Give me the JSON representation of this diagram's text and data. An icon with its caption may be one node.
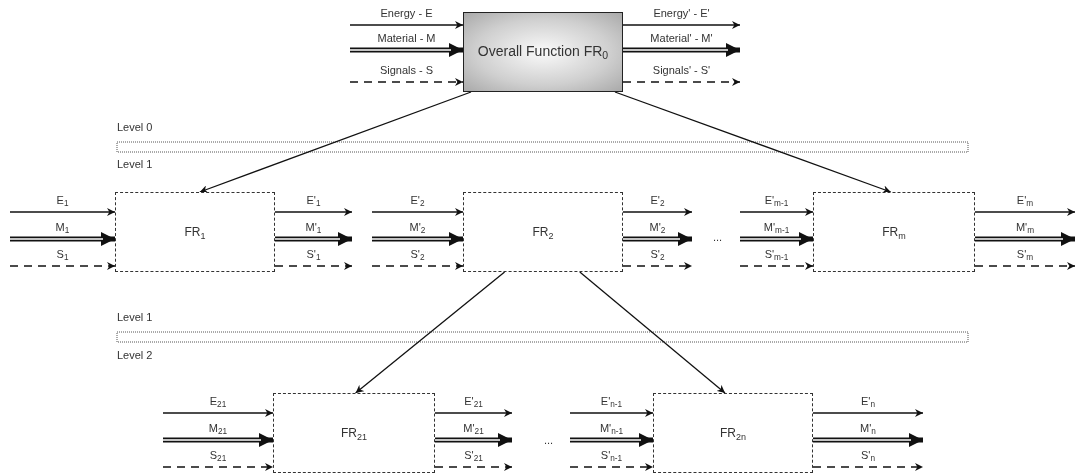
{
  "diagram": {
    "nodes": [
      {
        "text": [
          "Overall Function FR$_{0}$"
        ]
      },
      {
        "text": [
          "FR$_{1}$"
        ]
      },
      {
        "text": [
          "FR$_{2}$"
        ]
      },
      {
        "text": [
          "FR$_{m}$"
        ]
      },
      {
        "text": [
          "FR$_{21}$"
        ]
      },
      {
        "text": [
          "FR$_{2n}$"
        ]
      }
    ],
    "edges": [
      {
        "from": null,
        "to": 0,
        "arrow": "to",
        "label": "Energy - E"
      },
      {
        "from": null,
        "to": 0,
        "arrow": "to",
        "label": "Material - M",
        "style": "thick"
      },
      {
        "from": null,
        "to": 0,
        "arrow": "to",
        "label": "Signals - S",
        "style": "dashed"
      },
      {
        "from": 0,
        "to": null,
        "arrow": "to",
        "label": "Energy' - E'"
      },
      {
        "from": 0,
        "to": null,
        "arrow": "to",
        "label": "Material' - M'",
        "style": "thick"
      },
      {
        "from": 0,
        "to": null,
        "arrow": "to",
        "label": "Signals' - S'",
        "style": "dashed"
      },
      {
        "from": 0,
        "to": 1,
        "arrow": "to"
      },
      {
        "from": 0,
        "to": 3,
        "arrow": "to"
      },
      {
        "from": null,
        "to": 1,
        "arrow": "to",
        "label": "E$_{1}$"
      },
      {
        "from": null,
        "to": 1,
        "arrow": "to",
        "label": "M$_{1}$",
        "style": "thick"
      },
      {
        "from": null,
        "to": 1,
        "arrow": "to",
        "label": "S$_{1}$",
        "style": "dashed"
      },
      {
        "from": 1,
        "to": null,
        "arrow": "to",
        "label": "E'$_{1}$"
      },
      {
        "from": 1,
        "to": null,
        "arrow": "to",
        "label": "M'$_{1}$",
        "style": "thick"
      },
      {
        "from": 1,
        "to": null,
        "arrow": "to",
        "label": "S'$_{1}$",
        "style": "dashed"
      },
      {
        "from": null,
        "to": 2,
        "arrow": "to",
        "label": "E'$_{2}$"
      },
      {
        "from": null,
        "to": 2,
        "arrow": "to",
        "label": "M'$_{2}$",
        "style": "thick"
      },
      {
        "from": null,
        "to": 2,
        "arrow": "to",
        "label": "S'$_{2}$",
        "style": "dashed"
      },
      {
        "from": 2,
        "to": null,
        "arrow": "to",
        "label": "E'$_{2}$"
      },
      {
        "from": 2,
        "to": null,
        "arrow": "to",
        "label": "M'$_{2}$",
        "style": "thick"
      },
      {
        "from": 2,
        "to": null,
        "arrow": "to",
        "label": "S'$_{2}$",
        "style": "dashed"
      },
      {
        "from": null,
        "to": 3,
        "arrow": "to",
        "label": "E'$_{m-1}$"
      },
      {
        "from": null,
        "to": 3,
        "arrow": "to",
        "label": "M'$_{m-1}$",
        "style": "thick"
      },
      {
        "from": null,
        "to": 3,
        "arrow": "to",
        "label": "S'$_{m-1}$",
        "style": "dashed"
      },
      {
        "from": 3,
        "to": null,
        "arrow": "to",
        "label": "E'$_{m}$"
      },
      {
        "from": 3,
        "to": null,
        "arrow": "to",
        "label": "M'$_{m}$",
        "style": "thick"
      },
      {
        "from": 3,
        "to": null,
        "arrow": "to",
        "label": "S'$_{m}$",
        "style": "dashed"
      },
      {
        "from": 2,
        "to": 4,
        "arrow": "to"
      },
      {
        "from": 2,
        "to": 5,
        "arrow": "to"
      },
      {
        "from": null,
        "to": 4,
        "arrow": "to",
        "label": "E$_{21}$"
      },
      {
        "from": null,
        "to": 4,
        "arrow": "to",
        "label": "M$_{21}$",
        "style": "thick"
      },
      {
        "from": null,
        "to": 4,
        "arrow": "to",
        "label": "S$_{21}$",
        "style": "dashed"
      },
      {
        "from": 4,
        "to": null,
        "arrow": "to",
        "label": "E'$_{21}$"
      },
      {
        "from": 4,
        "to": null,
        "arrow": "to",
        "label": "M'$_{21}$",
        "style": "thick"
      },
      {
        "from": 4,
        "to": null,
        "arrow": "to",
        "label": "S'$_{21}$",
        "style": "dashed"
      },
      {
        "from": null,
        "to": 5,
        "arrow": "to",
        "label": "E'$_{n-1}$"
      },
      {
        "from": null,
        "to": 5,
        "arrow": "to",
        "label": "M'$_{n-1}$",
        "style": "thick"
      },
      {
        "from": null,
        "to": 5,
        "arrow": "to",
        "label": "S'$_{n-1}$",
        "style": "dashed"
      },
      {
        "from": 5,
        "to": null,
        "arrow": "to",
        "label": "E'$_{n}$"
      },
      {
        "from": 5,
        "to": null,
        "arrow": "to",
        "label": "M'$_{n}$",
        "style": "thick"
      },
      {
        "from": 5,
        "to": null,
        "arrow": "to",
        "label": "S'$_{n}$",
        "style": "dashed"
      }
    ],
    "labels": [
      "Level 0",
      "Level 1",
      "...",
      "Level 1",
      "Level 2",
      "..."
    ]
  }
}
